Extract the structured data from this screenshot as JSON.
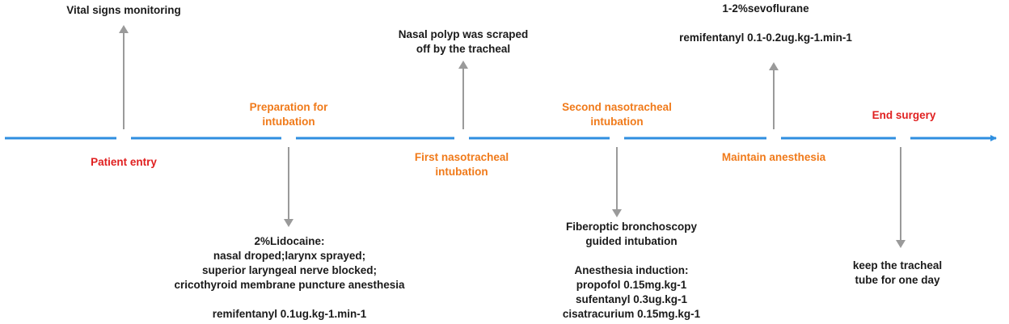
{
  "colors": {
    "timeline": "#2f8fe0",
    "arrow": "#9a9a9a",
    "red": "#e02020",
    "orange": "#f07a1a",
    "text": "#1a1a1a"
  },
  "stages": [
    {
      "lines": [
        "Patient entry"
      ],
      "color": "red"
    },
    {
      "lines": [
        "Preparation for",
        "intubation"
      ],
      "color": "orange"
    },
    {
      "lines": [
        "First nasotracheal",
        "intubation"
      ],
      "color": "orange"
    },
    {
      "lines": [
        "Second nasotracheal",
        "intubation"
      ],
      "color": "orange"
    },
    {
      "lines": [
        "Maintain anesthesia"
      ],
      "color": "orange"
    },
    {
      "lines": [
        "End surgery"
      ],
      "color": "red"
    }
  ],
  "notes": [
    {
      "lines": [
        "Vital signs monitoring"
      ]
    },
    {
      "lines": [
        "2%Lidocaine:",
        "nasal droped;larynx sprayed;",
        "superior laryngeal nerve blocked;",
        "cricothyroid membrane puncture anesthesia",
        "",
        "remifentanyl 0.1ug.kg-1.min-1"
      ]
    },
    {
      "lines": [
        "Nasal polyp was scraped",
        "off by the tracheal"
      ]
    },
    {
      "lines": [
        "Fiberoptic bronchoscopy",
        "guided intubation",
        "",
        "Anesthesia induction:",
        "propofol 0.15mg.kg-1",
        "sufentanyl 0.3ug.kg-1",
        "cisatracurium 0.15mg.kg-1"
      ]
    },
    {
      "lines": [
        "1-2%sevoflurane",
        "",
        "remifentanyl 0.1-0.2ug.kg-1.min-1"
      ]
    },
    {
      "lines": [
        "keep the tracheal",
        "tube for one day"
      ]
    }
  ]
}
